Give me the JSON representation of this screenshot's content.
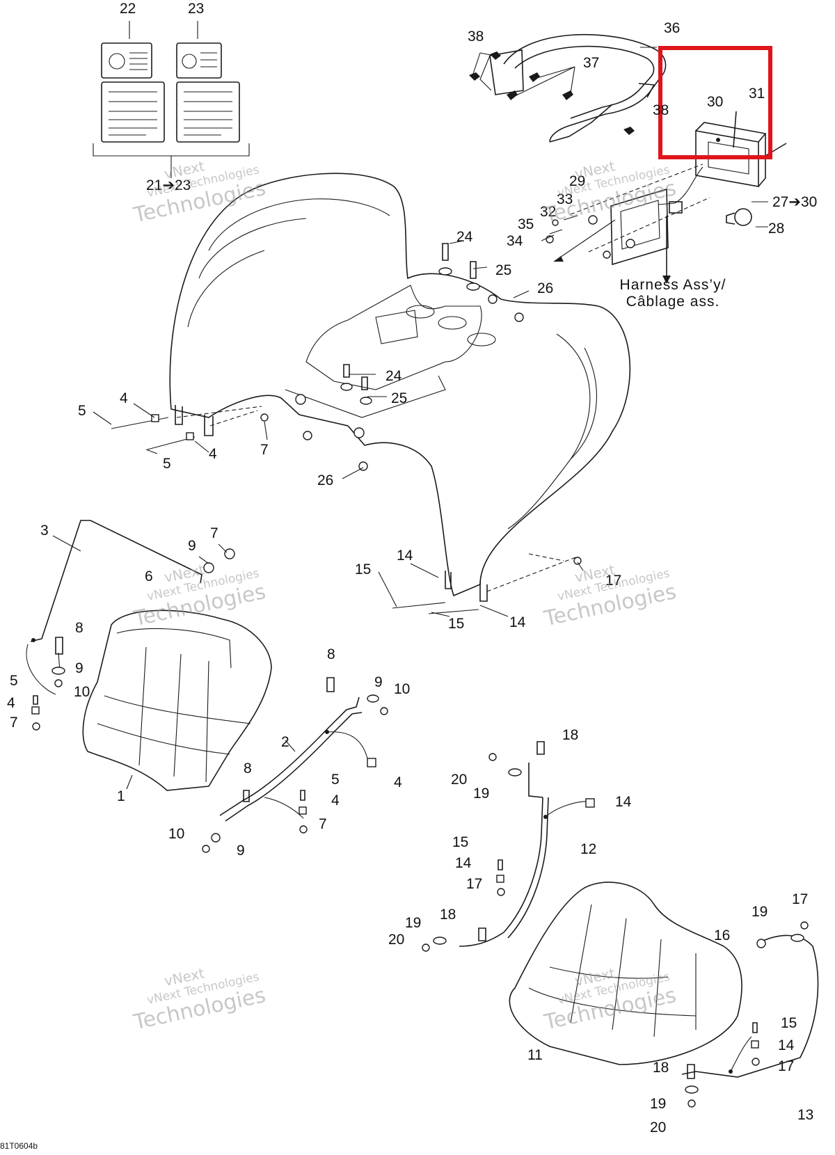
{
  "callouts": {
    "c22": "22",
    "c23": "23",
    "c21_23": "21➔23",
    "c38a": "38",
    "c36": "36",
    "c37": "37",
    "c38b": "38",
    "c30": "30",
    "c31": "31",
    "c29": "29",
    "c33": "33",
    "c32": "32",
    "c35": "35",
    "c34": "34",
    "c27_30": "27➔30",
    "c28": "28",
    "c24a": "24",
    "c25a": "25",
    "c26a": "26",
    "c24b": "24",
    "c25b": "25",
    "c5a": "5",
    "c4a": "4",
    "c5b": "5",
    "c4b": "4",
    "c7a": "7",
    "c26b": "26",
    "c3": "3",
    "c9a": "9",
    "c7b": "7",
    "c6": "6",
    "c14a": "14",
    "c15a": "15",
    "c17a": "17",
    "c15b": "15",
    "c14b": "14",
    "c8a": "8",
    "c5c": "5",
    "c9b": "9",
    "c10a": "10",
    "c4c": "4",
    "c7c": "7",
    "c1": "1",
    "c8b": "8",
    "c9c": "9",
    "c10b": "10",
    "c2": "2",
    "c4d": "4",
    "c8c": "8",
    "c5d": "5",
    "c4e": "4",
    "c7d": "7",
    "c10c": "10",
    "c9d": "9",
    "c18a": "18",
    "c20a": "20",
    "c19a": "19",
    "c14c": "14",
    "c12": "12",
    "c15c": "15",
    "c14d": "14",
    "c17b": "17",
    "c18b": "18",
    "c19b": "19",
    "c20b": "20",
    "c17c": "17",
    "c19c": "19",
    "c16": "16",
    "c11": "11",
    "c15d": "15",
    "c14e": "14",
    "c17d": "17",
    "c18c": "18",
    "c19d": "19",
    "c20c": "20",
    "c13": "13"
  },
  "harness_note": "Harness Ass’y/\nCâblage ass.",
  "figure_ref": "81T0604b",
  "watermark": {
    "line1": "vNext",
    "line2": "vNext Technologies",
    "line3": "Technologies"
  },
  "colors": {
    "highlight": "#e0151b",
    "line": "#1a1a1a",
    "watermark": "#9a9a9a"
  }
}
